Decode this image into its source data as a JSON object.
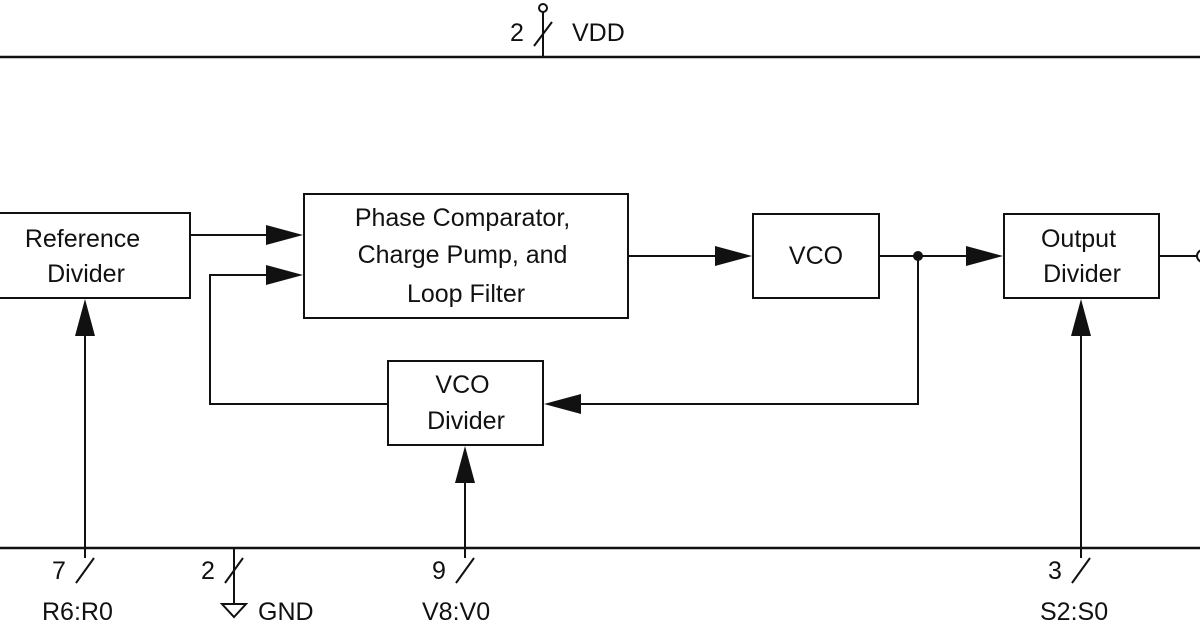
{
  "blocks": {
    "reference_divider": [
      "Reference",
      "Divider"
    ],
    "phase_comparator": [
      "Phase Comparator,",
      "Charge Pump, and",
      "Loop Filter"
    ],
    "vco": [
      "VCO"
    ],
    "output_divider": [
      "Output",
      "Divider"
    ],
    "vco_divider": [
      "VCO",
      "Divider"
    ]
  },
  "pins": {
    "vdd": {
      "count": "2",
      "label": "VDD"
    },
    "reference_select": {
      "count": "7",
      "label": "R6:R0"
    },
    "gnd": {
      "count": "2",
      "label": "GND"
    },
    "vco_select": {
      "count": "9",
      "label": "V8:V0"
    },
    "output_select": {
      "count": "3",
      "label": "S2:S0"
    }
  },
  "colors": {
    "line": "#111111",
    "background": "#ffffff"
  }
}
